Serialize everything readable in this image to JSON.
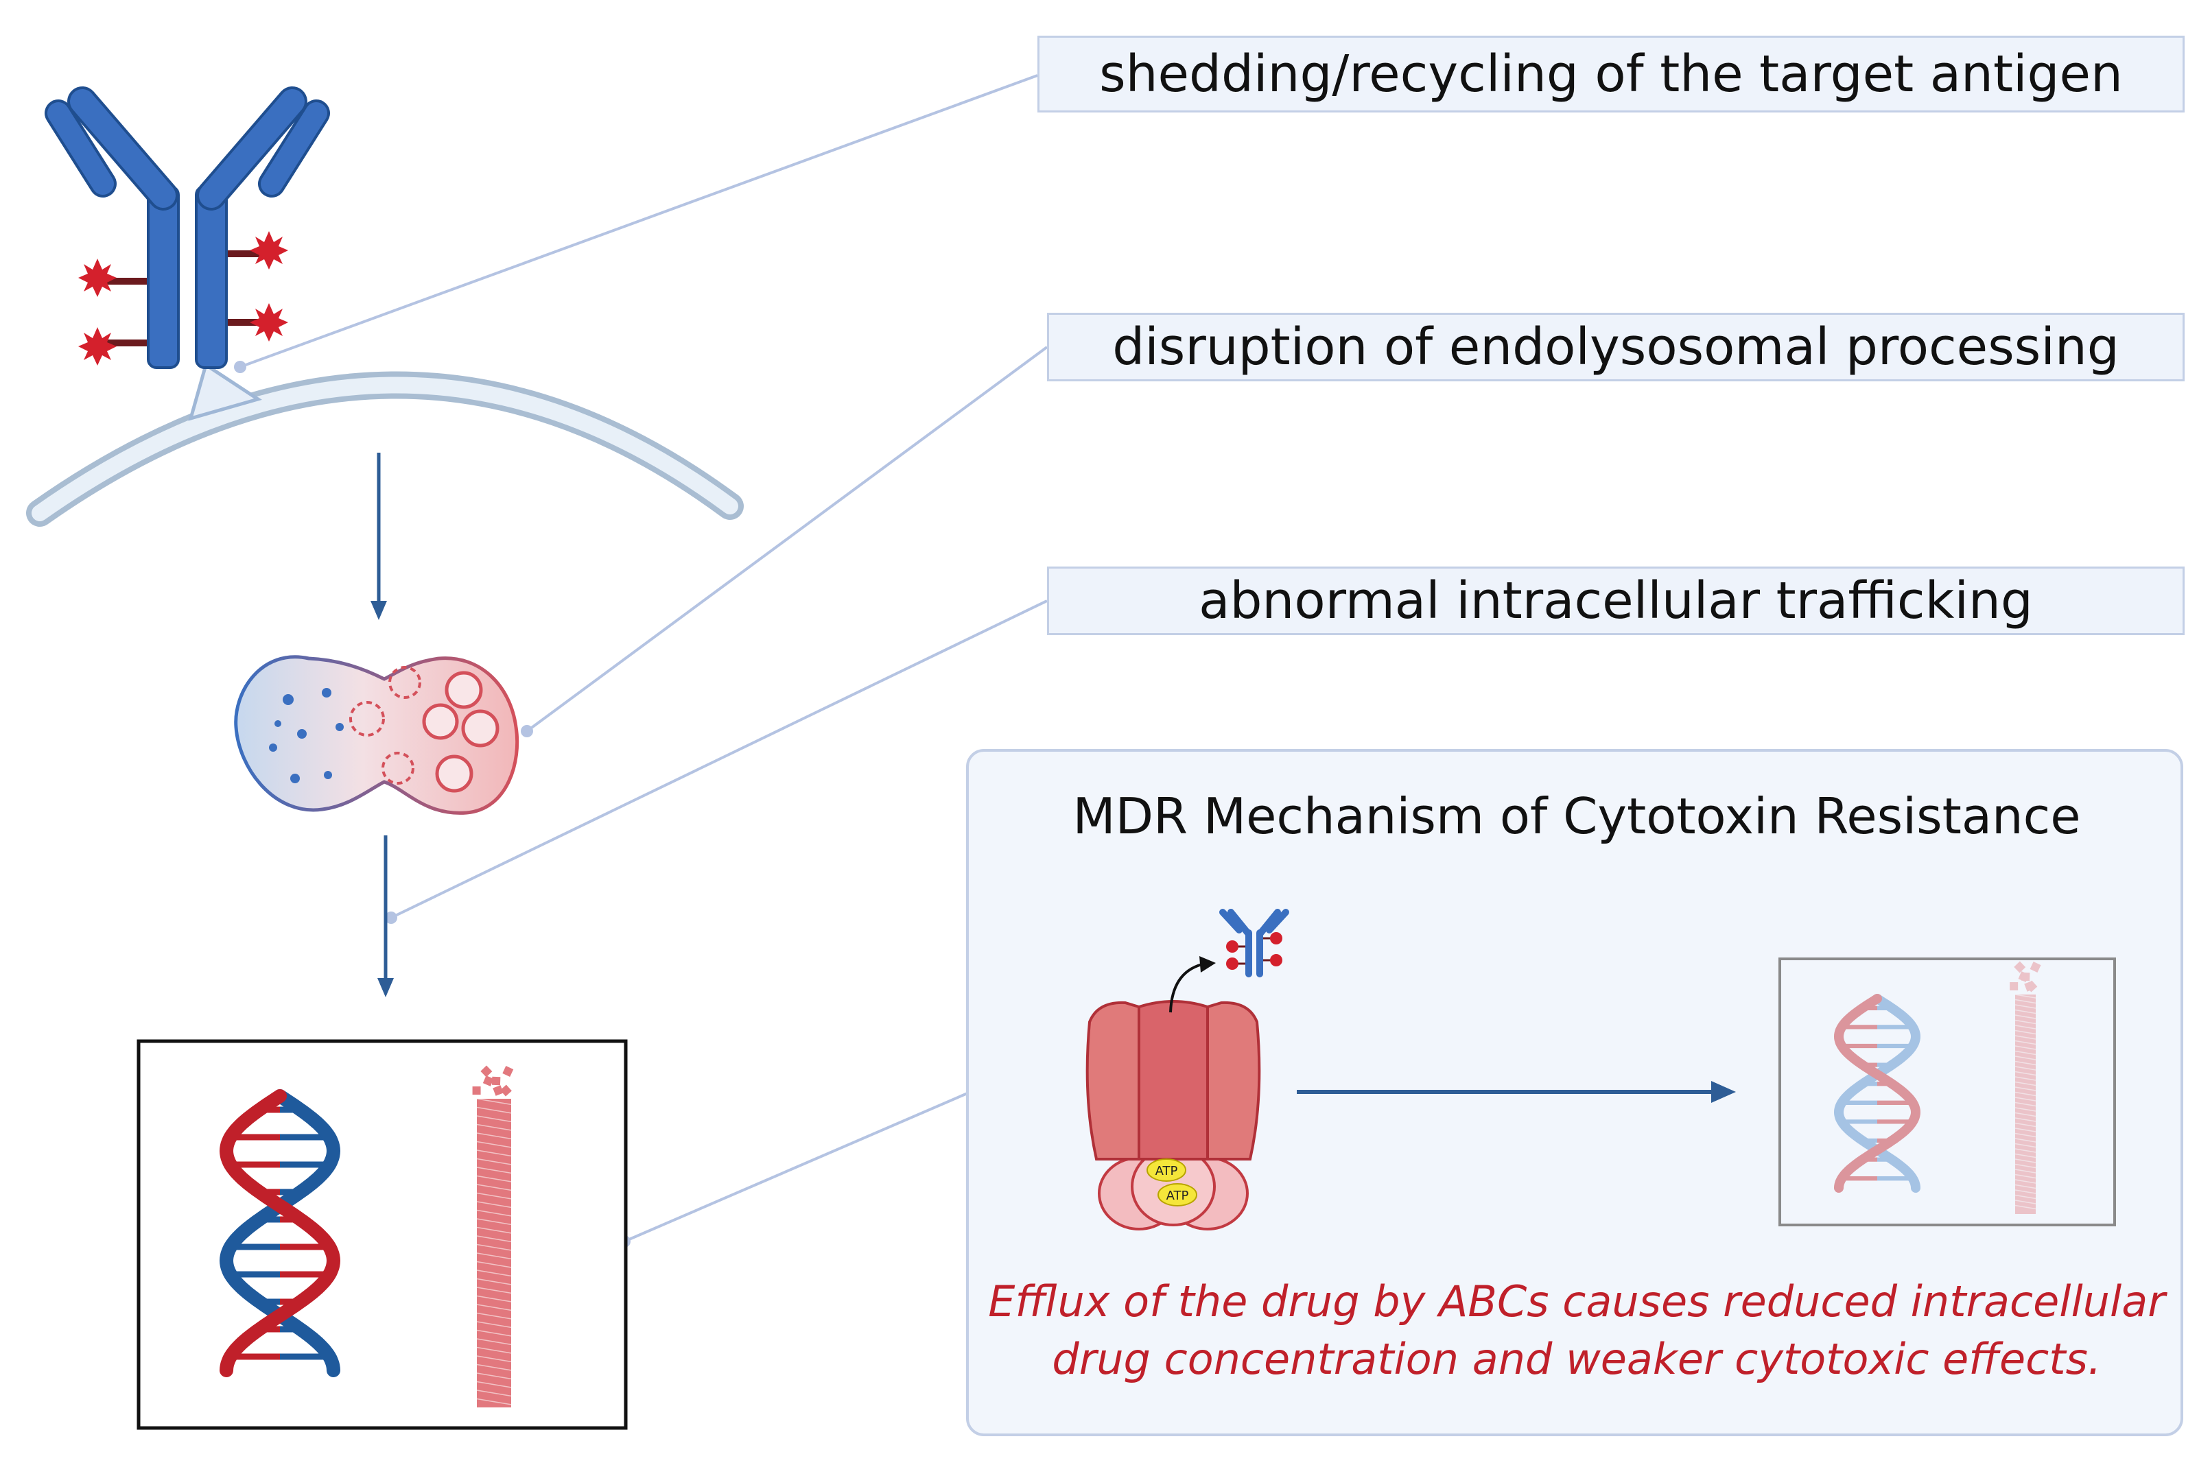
{
  "labels": {
    "shedding": "shedding/recycling of the target antigen",
    "endolysosomal": "disruption of endolysosomal processing",
    "trafficking": "abnormal intracellular trafficking"
  },
  "mdr_panel": {
    "title": "MDR Mechanism of Cytotoxin Resistance",
    "caption_line1": "Efflux of the drug by ABCs causes reduced intracellular",
    "caption_line2": "drug concentration and weaker cytotoxic effects.",
    "atp_label_1": "ATP",
    "atp_label_2": "ATP"
  },
  "colors": {
    "antibody_blue": "#3a6fc0",
    "payload_red": "#d4202c",
    "membrane_blue": "#b7cce0",
    "connector_line": "#b4c3e2",
    "arrow_blue": "#2e5d96",
    "dna_red": "#c0202a",
    "dna_blue": "#1f5a9c",
    "transporter_red": "#e07a7a",
    "caption_red": "#c0202a",
    "label_box_fill": "#eef3fb"
  },
  "icons": [
    "antibody-drug-conjugate-icon",
    "cell-membrane-icon",
    "antigen-icon",
    "endolysosome-icon",
    "dna-helix-icon",
    "microtubule-icon",
    "abc-transporter-icon"
  ]
}
